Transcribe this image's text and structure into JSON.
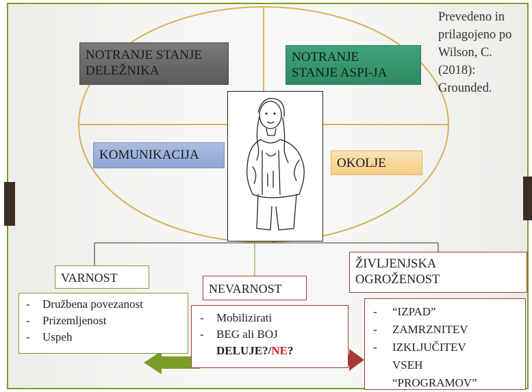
{
  "citation": [
    "Prevedeno in",
    "prilagojeno po",
    "Wilson, C.",
    "(2018):",
    "Grounded."
  ],
  "quadrants": {
    "delez_line1": "NOTRANJE STANJE",
    "delez_line2": "DELEŽNIKA",
    "aspi_line1": "NOTRANJE",
    "aspi_line2": "STANJE ASPI-JA",
    "komunikacija": "KOMUNIKACIJA",
    "okolje": "OKOLJE"
  },
  "branches": {
    "varnost": "VARNOST",
    "nevarnost": "NEVARNOST",
    "zivlj_line1": "ŽIVLJENJSKA",
    "zivlj_line2": "OGROŽENOST"
  },
  "varnost_items": [
    "Družbena povezanost",
    "Prizemljenost",
    "Uspeh"
  ],
  "nevarnost_items": {
    "item1": "Mobilizirati",
    "item2": "BEG ali BOJ",
    "deluje": "DELUJE?",
    "slash": "/",
    "ne": "NE",
    "q": "?"
  },
  "ogrozenost_items": [
    "“IZPAD”",
    "ZAMRZNITEV",
    "IZKLJUČITEV",
    "VSEH",
    "“PROGRAMOV”"
  ],
  "colors": {
    "frame": "#7a9c2a",
    "ellipse": "#d4b25a",
    "left_arrow": "#7a9c2a",
    "right_arrow": "#a33a35",
    "ne_text": "#d42020"
  }
}
